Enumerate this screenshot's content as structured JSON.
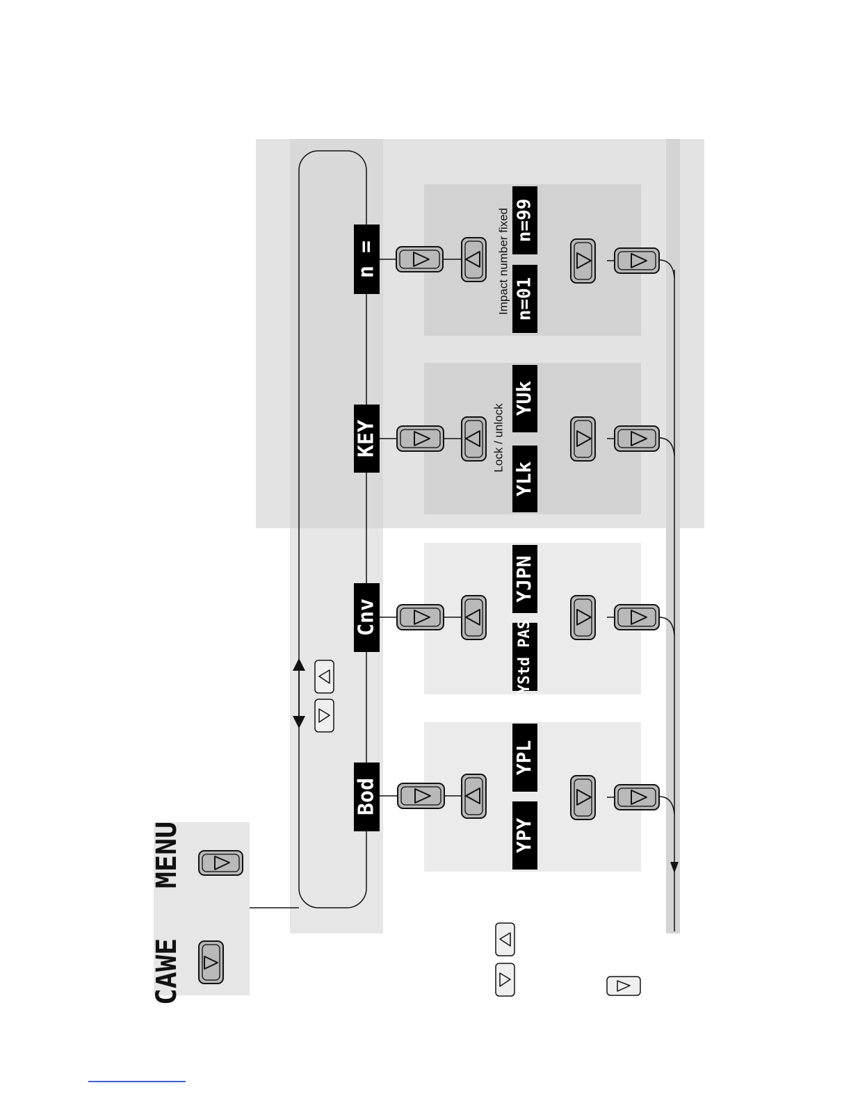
{
  "menu_header": {
    "left_display": "CAWE",
    "right_display": "MENU"
  },
  "menu_items": [
    {
      "id": "bod",
      "display": "Bod",
      "options": [
        "YPY",
        "YPL"
      ],
      "caption": ""
    },
    {
      "id": "cnv",
      "display": "Cnv",
      "options": [
        "YStd PAS",
        "YJPN"
      ],
      "caption": ""
    },
    {
      "id": "key",
      "display": "KEY",
      "options": [
        "YLk",
        "YUk"
      ],
      "caption": "Lock / unlock"
    },
    {
      "id": "n",
      "display": "n =",
      "options": [
        "n=01",
        "n=99"
      ],
      "caption": "Impact number fixed"
    }
  ],
  "icons": {
    "enter": "right-triangle-icon",
    "up": "up-triangle-icon",
    "down": "down-triangle-icon"
  },
  "colors": {
    "panel": "#e6e6e6",
    "column": "#d6d6d6",
    "option_panel": "#ededed",
    "display_bg": "#000000",
    "button": "#b9b9b9"
  }
}
